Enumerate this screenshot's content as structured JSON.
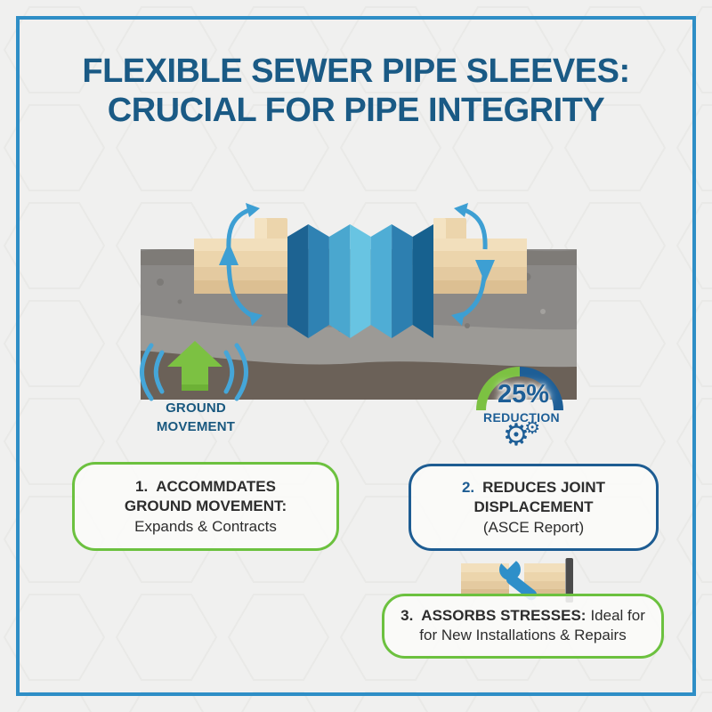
{
  "title": {
    "line1": "FLEXIBLE SEWER PIPE SLEEVES:",
    "line2": "CRUCIAL FOR PIPE INTEGRITY"
  },
  "diagram": {
    "ground_label": {
      "line1": "GROUND",
      "line2": "MOVEMENT"
    },
    "gauge": {
      "value": "25%",
      "label": "REDUCTION"
    },
    "gears_glyph": "⚙"
  },
  "callouts": {
    "one": {
      "number": "1.",
      "title_line1": "ACCOMMDATES",
      "title_line2": "GROUND MOVEMENT:",
      "detail": "Expands & Contracts"
    },
    "two": {
      "number": "2.",
      "title_line1": "REDUCES JOINT",
      "title_line2": "DISPLACEMENT",
      "detail": "(ASCE Report)"
    },
    "three": {
      "number": "3.",
      "title_bold": "ASSORBS STRESSES:",
      "title_rest": "Ideal for",
      "detail": "for New Installations & Repairs"
    }
  },
  "colors": {
    "frame_blue": "#2e8ec6",
    "title_blue": "#1a5a85",
    "accent_navy": "#1d5e96",
    "accent_green": "#6cc13f",
    "gauge_green": "#7cc142",
    "arrow_blue": "#3d9fd3",
    "pipe_tan": "#ecd5ac",
    "sleeve_blues": [
      "#1d6392",
      "#2f82b3",
      "#4aa7cf",
      "#68c4e2",
      "#4fadd5",
      "#2d7fb0",
      "#17618f"
    ],
    "soil_gray": "#8b8987",
    "soil_light": "#9c9a96",
    "soil_dark": "#6b6158"
  }
}
